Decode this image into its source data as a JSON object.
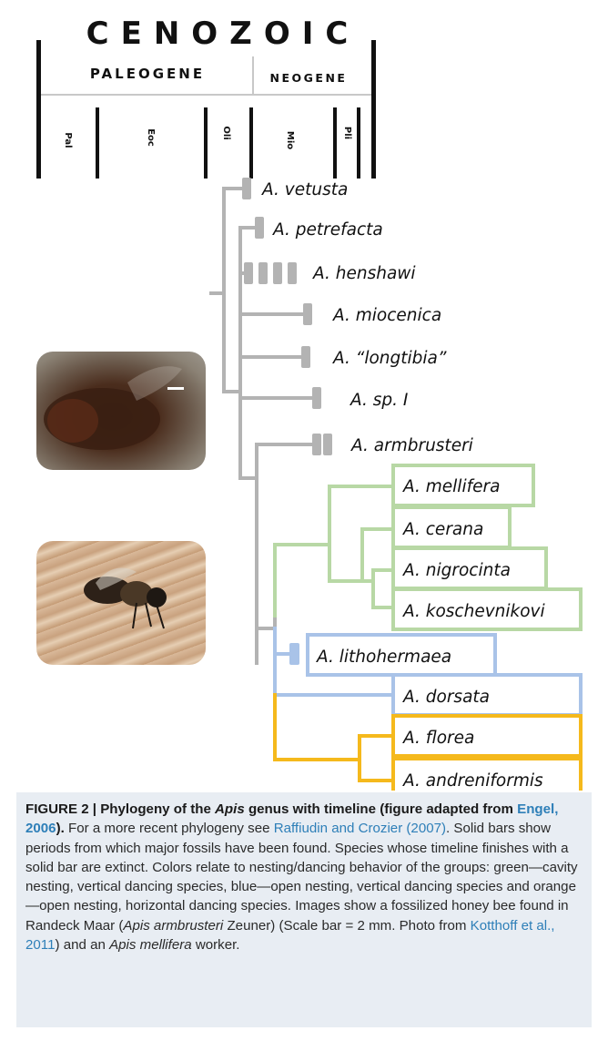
{
  "timeline": {
    "era": "CENOZOIC",
    "periods": [
      "PALEOGENE",
      "NEOGENE"
    ],
    "epochs": [
      "Pal",
      "Eoc",
      "Oli",
      "Mio",
      "Pli"
    ]
  },
  "species": [
    {
      "name": "A. vetusta",
      "group": "extinct"
    },
    {
      "name": "A. petrefacta",
      "group": "extinct"
    },
    {
      "name": "A. henshawi",
      "group": "extinct"
    },
    {
      "name": "A. miocenica",
      "group": "extinct"
    },
    {
      "name": "A. “longtibia”",
      "group": "extinct"
    },
    {
      "name": "A. sp. I",
      "group": "extinct"
    },
    {
      "name": "A. armbrusteri",
      "group": "extinct"
    },
    {
      "name": "A. mellifera",
      "group": "cavity"
    },
    {
      "name": "A. cerana",
      "group": "cavity"
    },
    {
      "name": "A. nigrocinta",
      "group": "cavity"
    },
    {
      "name": "A. koschevnikovi",
      "group": "cavity"
    },
    {
      "name": "A. lithohermaea",
      "group": "open-vertical"
    },
    {
      "name": "A. dorsata",
      "group": "open-vertical"
    },
    {
      "name": "A. florea",
      "group": "open-horizontal"
    },
    {
      "name": "A. andreniformis",
      "group": "open-horizontal"
    }
  ],
  "colors": {
    "extinct": "#b3b3b3",
    "cavity": "#b8d8a5",
    "open-vertical": "#a9c3e8",
    "open-horizontal": "#f5b91c",
    "axis": "#111111",
    "divider": "#c8c8c8"
  },
  "photos": [
    {
      "subject": "fossilized honey bee (Apis armbrusteri)"
    },
    {
      "subject": "Apis mellifera worker"
    }
  ],
  "caption": {
    "label": "FIGURE 2 | ",
    "title_a": "Phylogeny of the ",
    "title_italic": "Apis",
    "title_b": " genus with timeline (figure adapted from ",
    "title_ref": "Engel, 2006",
    "title_c": ").",
    "s1_a": " For a more recent phylogeny see ",
    "s1_ref": "Raffiudin and Crozier (2007)",
    "s1_b": ". Solid bars show periods from which major fossils have been found. Species whose timeline finishes with a solid bar are extinct. Colors relate to nesting/dancing behavior of the groups: green—cavity nesting, vertical dancing species, blue—open nesting, vertical dancing species and orange—open nesting, horizontal dancing species. Images show a fossilized honey bee found in Randeck Maar (",
    "s1_italic": "Apis armbrusteri",
    "s1_c": " Zeuner) (Scale bar = 2 mm. Photo from ",
    "s1_ref2": "Kotthoff et al., 2011",
    "s1_d": ") and an ",
    "s1_italic2": "Apis mellifera",
    "s1_e": " worker."
  }
}
